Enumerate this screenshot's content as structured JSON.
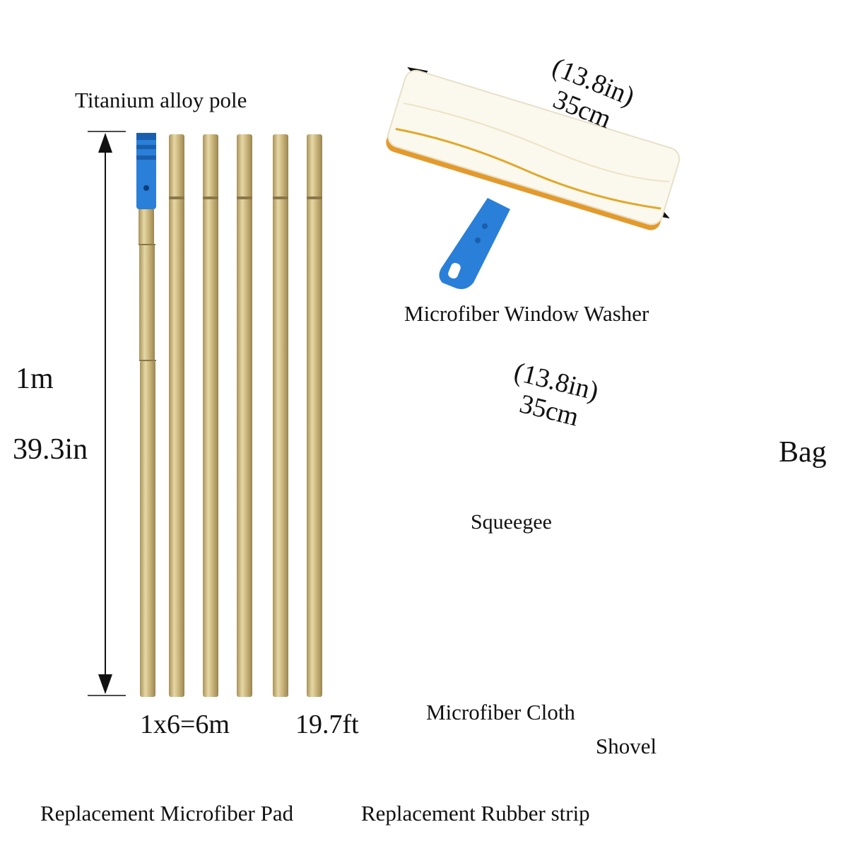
{
  "labels": {
    "pole": "Titanium alloy pole",
    "segment_length_m": "1m",
    "segment_length_in": "39.3in",
    "total_m": "1x6=6m",
    "total_ft": "19.7ft",
    "washer_in": "(13.8in)",
    "washer_cm": "35cm",
    "washer": "Microfiber Window Washer",
    "squeegee_in": "(13.8in)",
    "squeegee_cm": "35cm",
    "squeegee": "Squeegee",
    "cloth": "Microfiber Cloth",
    "shovel": "Shovel",
    "bag": "Bag",
    "pad": "Replacement Microfiber Pad",
    "strip": "Replacement Rubber strip"
  },
  "colors": {
    "pole_gold": "#c9b77e",
    "handle_blue": "#2a7fd8",
    "cloth_blue": "#1f5fc0",
    "strip_blue": "#1435a0",
    "bag_black": "#151515",
    "pad_white": "#fbf8ee",
    "pad_stripe": "#e0a92a"
  }
}
